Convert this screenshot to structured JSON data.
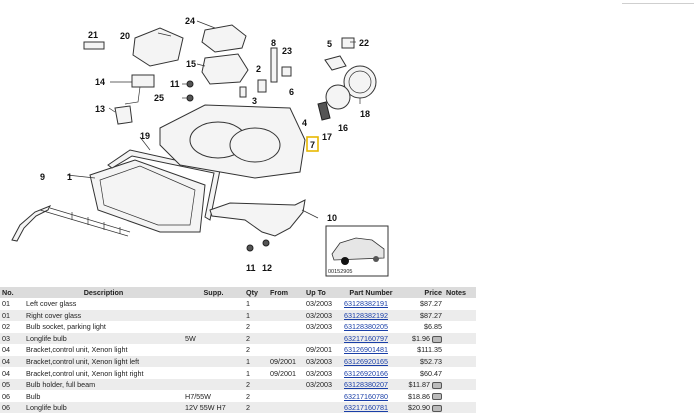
{
  "diagram": {
    "callouts": [
      "1",
      "2",
      "3",
      "4",
      "5",
      "6",
      "7",
      "8",
      "9",
      "10",
      "11",
      "11",
      "12",
      "13",
      "14",
      "15",
      "16",
      "17",
      "18",
      "19",
      "20",
      "21",
      "22",
      "23",
      "24",
      "25"
    ],
    "car_thumbnail_code": "00152905"
  },
  "table": {
    "headers": {
      "no": "No.",
      "description": "Description",
      "supp": "Supp.",
      "qty": "Qty",
      "from": "From",
      "upto": "Up To",
      "part_number": "Part Number",
      "price": "Price",
      "notes": "Notes"
    },
    "rows": [
      {
        "no": "01",
        "description": "Left cover glass",
        "supp": "",
        "qty": "1",
        "from": "",
        "upto": "03/2003",
        "part_number": "63128382191",
        "price": "$87.27",
        "cart": false
      },
      {
        "no": "01",
        "description": "Right cover glass",
        "supp": "",
        "qty": "1",
        "from": "",
        "upto": "03/2003",
        "part_number": "63128382192",
        "price": "$87.27",
        "cart": false
      },
      {
        "no": "02",
        "description": "Bulb socket, parking light",
        "supp": "",
        "qty": "2",
        "from": "",
        "upto": "03/2003",
        "part_number": "63128380205",
        "price": "$6.85",
        "cart": false
      },
      {
        "no": "03",
        "description": "Longlife bulb",
        "supp": "5W",
        "qty": "2",
        "from": "",
        "upto": "",
        "part_number": "63217160797",
        "price": "$1.96",
        "cart": true
      },
      {
        "no": "04",
        "description": "Bracket,control unit, Xenon light",
        "supp": "",
        "qty": "2",
        "from": "",
        "upto": "09/2001",
        "part_number": "63126901481",
        "price": "$111.35",
        "cart": false
      },
      {
        "no": "04",
        "description": "Bracket,control unit, Xenon light left",
        "supp": "",
        "qty": "1",
        "from": "09/2001",
        "upto": "03/2003",
        "part_number": "63126920165",
        "price": "$52.73",
        "cart": false
      },
      {
        "no": "04",
        "description": "Bracket,control unit, Xenon light right",
        "supp": "",
        "qty": "1",
        "from": "09/2001",
        "upto": "03/2003",
        "part_number": "63126920166",
        "price": "$60.47",
        "cart": false
      },
      {
        "no": "05",
        "description": "Bulb holder, full beam",
        "supp": "",
        "qty": "2",
        "from": "",
        "upto": "03/2003",
        "part_number": "63128380207",
        "price": "$11.87",
        "cart": true
      },
      {
        "no": "06",
        "description": "Bulb",
        "supp": "H7/55W",
        "qty": "2",
        "from": "",
        "upto": "",
        "part_number": "63217160780",
        "price": "$18.86",
        "cart": true
      },
      {
        "no": "06",
        "description": "Longlife bulb",
        "supp": "12V 55W H7",
        "qty": "2",
        "from": "",
        "upto": "",
        "part_number": "63217160781",
        "price": "$20.90",
        "cart": true
      }
    ]
  }
}
